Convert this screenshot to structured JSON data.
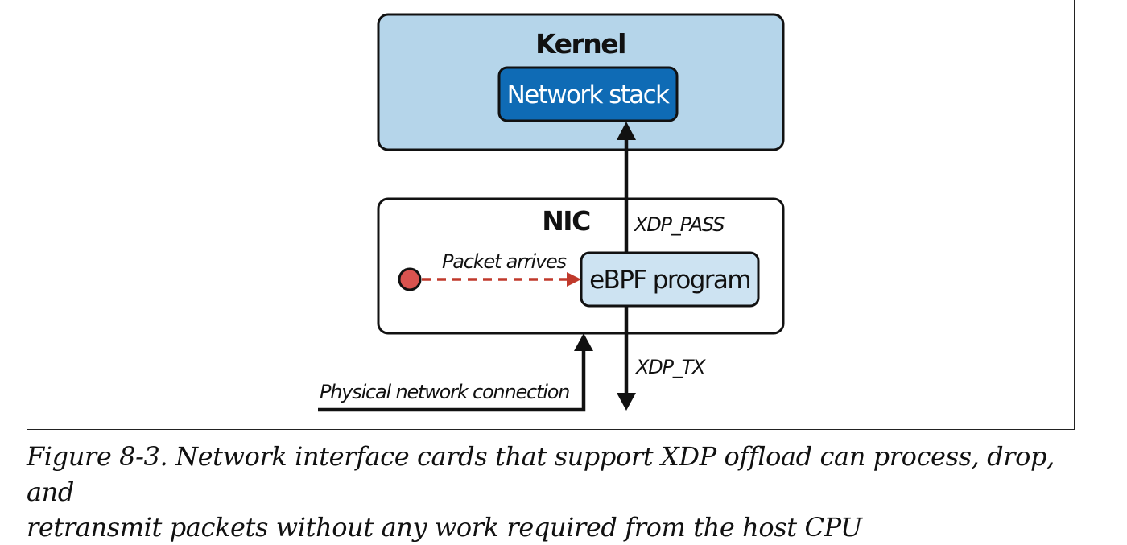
{
  "diagram": {
    "kernel": {
      "title": "Kernel",
      "network_stack": "Network stack"
    },
    "nic": {
      "title": "NIC",
      "ebpf_program": "eBPF program",
      "packet_arrives": "Packet arrives"
    },
    "labels": {
      "xdp_pass": "XDP_PASS",
      "xdp_tx": "XDP_TX",
      "physical_connection": "Physical network connection"
    },
    "colors": {
      "kernel_fill": "#b5d5ea",
      "network_stack_fill": "#0f6bb5",
      "ebpf_fill": "#cde3f2",
      "packet_dot": "#d9534f",
      "dashed_arrow": "#c0392b",
      "stroke": "#111111"
    }
  },
  "caption": {
    "line1": "Figure 8-3. Network interface cards that support XDP offload can process, drop, and",
    "line2": "retransmit packets without any work required from the host CPU"
  }
}
